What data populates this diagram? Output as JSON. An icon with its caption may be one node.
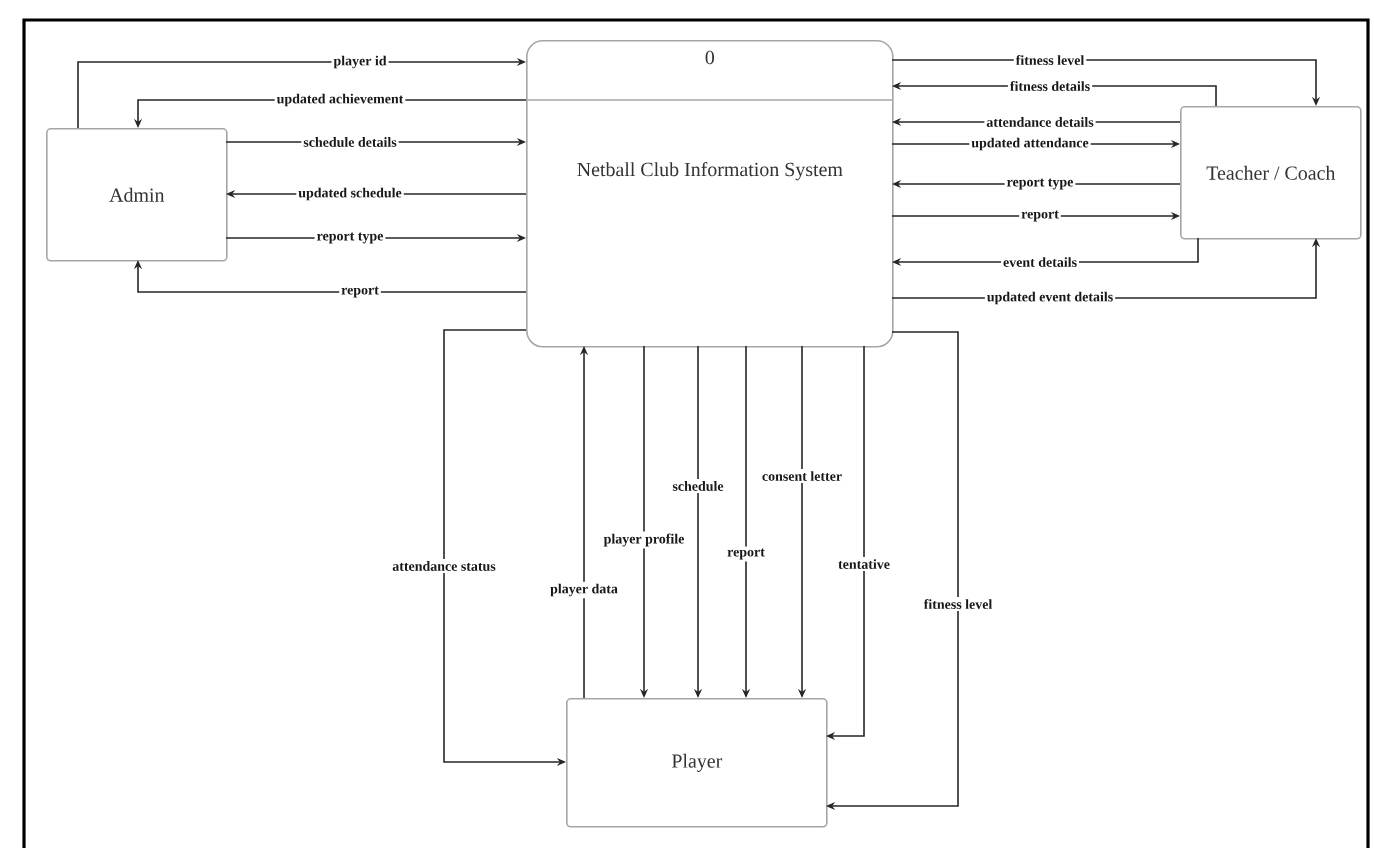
{
  "diagram": {
    "nodes": [
      {
        "text": [
          "Admin"
        ]
      },
      {
        "text": [
          "0",
          "Netball Club Information System"
        ]
      },
      {
        "text": [
          "Teacher / Coach"
        ]
      },
      {
        "text": [
          "Player"
        ]
      }
    ],
    "edges": [
      {
        "from": 0,
        "to": 1,
        "arrow": "to",
        "label": "player id"
      },
      {
        "from": 1,
        "to": 0,
        "arrow": "to",
        "label": "updated achievement"
      },
      {
        "from": 0,
        "to": 1,
        "arrow": "to",
        "label": "schedule details"
      },
      {
        "from": 1,
        "to": 0,
        "arrow": "to",
        "label": "updated schedule"
      },
      {
        "from": 0,
        "to": 1,
        "arrow": "to",
        "label": "report type"
      },
      {
        "from": 1,
        "to": 0,
        "arrow": "to",
        "label": "report"
      },
      {
        "from": 1,
        "to": 2,
        "arrow": "to",
        "label": "fitness level"
      },
      {
        "from": 2,
        "to": 1,
        "arrow": "to",
        "label": "fitness details"
      },
      {
        "from": 2,
        "to": 1,
        "arrow": "to",
        "label": "attendance details"
      },
      {
        "from": 1,
        "to": 2,
        "arrow": "to",
        "label": "updated attendance"
      },
      {
        "from": 2,
        "to": 1,
        "arrow": "to",
        "label": "report type"
      },
      {
        "from": 1,
        "to": 2,
        "arrow": "to",
        "label": "report"
      },
      {
        "from": 2,
        "to": 1,
        "arrow": "to",
        "label": "event details"
      },
      {
        "from": 1,
        "to": 2,
        "arrow": "to",
        "label": "updated event details"
      },
      {
        "from": 1,
        "to": 3,
        "arrow": "to",
        "label": "attendance status"
      },
      {
        "from": 3,
        "to": 1,
        "arrow": "to",
        "label": "player data"
      },
      {
        "from": 1,
        "to": 3,
        "arrow": "to",
        "label": "player profile"
      },
      {
        "from": 1,
        "to": 3,
        "arrow": "to",
        "label": "schedule"
      },
      {
        "from": 1,
        "to": 3,
        "arrow": "to",
        "label": "report"
      },
      {
        "from": 1,
        "to": 3,
        "arrow": "to",
        "label": "consent letter"
      },
      {
        "from": 1,
        "to": 3,
        "arrow": "to",
        "label": "tentative"
      },
      {
        "from": 1,
        "to": 3,
        "arrow": "to",
        "label": "fitness level"
      }
    ]
  }
}
